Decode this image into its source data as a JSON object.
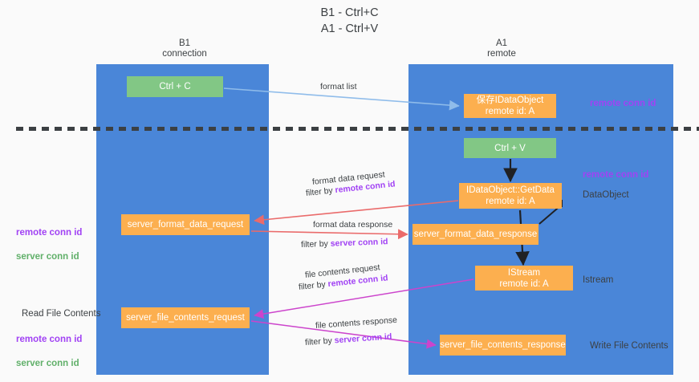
{
  "title": "B1 - Ctrl+C\nA1 - Ctrl+V",
  "lanes": {
    "left": {
      "label": "B1\nconnection"
    },
    "right": {
      "label": "A1\nremote"
    }
  },
  "boxes": {
    "ctrl_c": "Ctrl + C",
    "idataobject": "保存IDataObject\nremote id: A",
    "ctrl_v": "Ctrl + V",
    "getdata": "IDataObject::GetData\nremote id: A",
    "server_format_data_request": "server_format_data_request",
    "server_format_data_response": "server_format_data_response",
    "istream": "IStream\nremote id: A",
    "server_file_contents_request": "server_file_contents_request",
    "server_file_contents_response": "server_file_contents_response"
  },
  "annotations": {
    "remote_conn_id_1": "remote conn id",
    "remote_conn_id_2": "remote conn id",
    "dataobject": "DataObject",
    "istream": "Istream",
    "write_file_contents": "Write File Contents",
    "read_file_contents": "Read File Contents",
    "remote_conn_id_left_1": "remote conn id",
    "server_conn_id_left_1": "server conn id",
    "remote_conn_id_left_2": "remote conn id",
    "server_conn_id_left_2": "server conn id"
  },
  "arrow_labels": {
    "format_list": "format list",
    "format_data_request": "format data request",
    "format_data_request_filter_prefix": "filter by ",
    "format_data_request_filter_key": "remote conn id",
    "format_data_response": "format data response",
    "format_data_response_filter_prefix": "filter by ",
    "format_data_response_filter_key": "server conn id",
    "file_contents_request": "file contents request",
    "file_contents_request_filter_prefix": "filter by ",
    "file_contents_request_filter_key": "remote conn id",
    "file_contents_response": "file contents response",
    "file_contents_response_filter_prefix": "filter by ",
    "file_contents_response_filter_key": "server conn id"
  },
  "colors": {
    "lane": "#4a86d8",
    "green_box": "#82c785",
    "orange_box": "#fcaf4f",
    "purple_id": "#a142f4",
    "green_id": "#61b06a",
    "red_arrow": "#ea6b6b",
    "magenta_arrow": "#cc44cc",
    "light_blue_arrow": "#8fbcea",
    "divider": "#3c4043"
  }
}
